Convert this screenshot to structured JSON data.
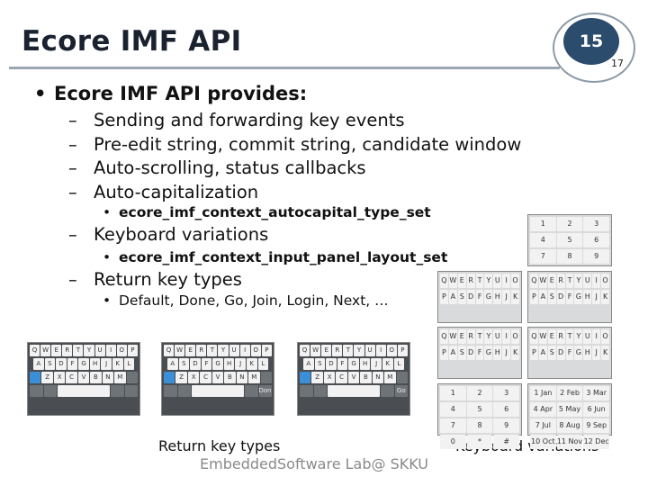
{
  "slide": {
    "title": "Ecore IMF API",
    "page_number": "15",
    "page_total": "17"
  },
  "content": {
    "heading_bullet": "•",
    "heading": "Ecore IMF API provides:",
    "dash": "–",
    "items": [
      "Sending and forwarding key events",
      "Pre-edit string, commit string, candidate window",
      "Auto-scrolling, status callbacks",
      "Auto-capitalization"
    ],
    "autocap_fn": "ecore_imf_context_autocapital_type_set",
    "keyboard_variations": "Keyboard variations",
    "layout_fn": "ecore_imf_context_input_panel_layout_set",
    "return_key_types": "Return key types",
    "return_key_list": "Default, Done, Go, Join, Login, Next, …"
  },
  "figures": {
    "caption_left": "Return key types",
    "caption_right": "Keyboard variations",
    "qwerty_rows": [
      "QWERTYUIOP",
      "ASDFGHJKL",
      "ZXCVBNM"
    ],
    "number_keys": [
      "1",
      "2",
      "3",
      "4",
      "5",
      "6",
      "7",
      "8",
      "9",
      "0"
    ],
    "month_keys": [
      "1 Jan",
      "2 Feb",
      "3 Mar",
      "4 Apr",
      "5 May",
      "6 Jun",
      "7 Jul",
      "8 Aug",
      "9 Sep",
      "10 Oct",
      "11 Nov",
      "12 Dec"
    ],
    "return_labels": [
      "",
      "Done",
      "Go"
    ]
  },
  "footer": "EmbeddedSoftware Lab@ SKKU"
}
